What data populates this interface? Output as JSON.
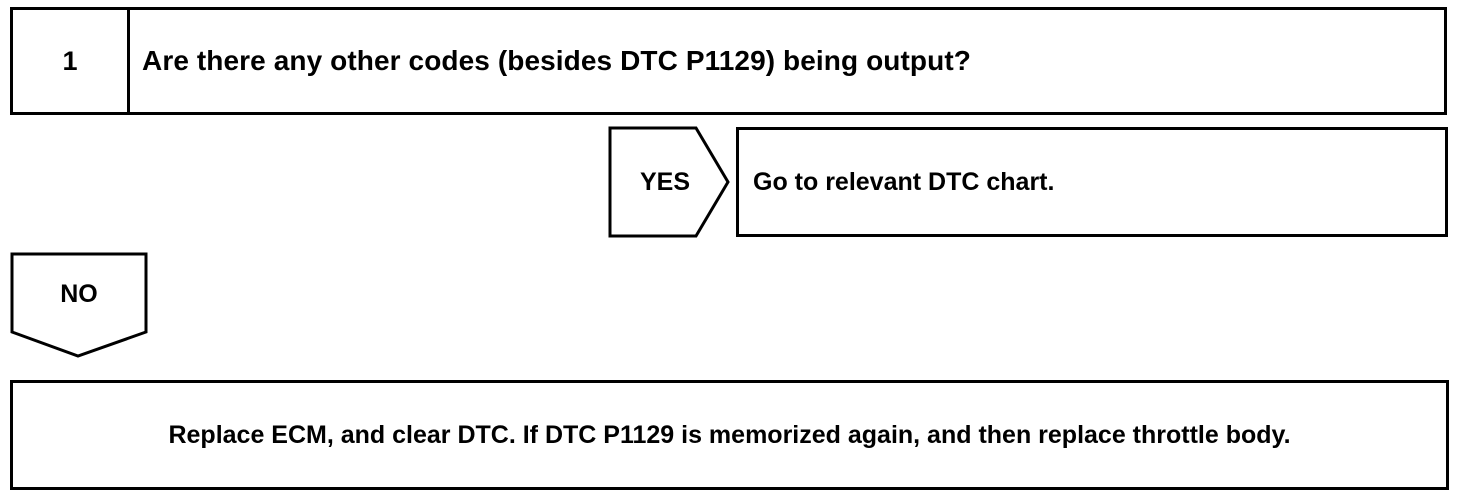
{
  "step": {
    "number": "1",
    "question": "Are there any other codes (besides DTC P1129) being output?"
  },
  "yes_branch": {
    "label": "YES",
    "result": "Go to relevant DTC chart."
  },
  "no_branch": {
    "label": "NO",
    "result": "Replace ECM, and clear DTC. If DTC P1129 is memorized again, and then replace throttle body."
  }
}
